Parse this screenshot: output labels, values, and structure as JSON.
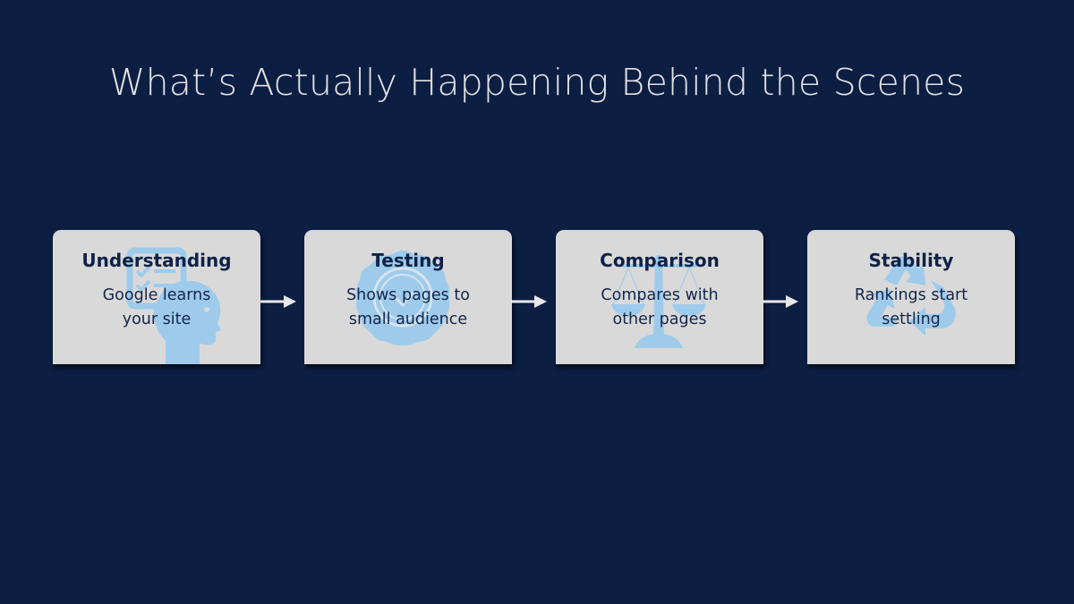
{
  "slide": {
    "title": "What’s Actually Happening Behind the Scenes",
    "colors": {
      "background": "#0c1e42",
      "title_text": "#e1e2e6",
      "card_bg": "#d9d9d9",
      "card_heading": "#0e2147",
      "card_text": "#13254a",
      "icon_tint": "#9ecbeb",
      "arrow": "#e8e8ea"
    }
  },
  "steps": [
    {
      "heading": "Understanding",
      "description": "Google learns\n  your site",
      "icon": "head-with-checklist-icon"
    },
    {
      "heading": "Testing",
      "description": "Shows pages to\n small audience",
      "icon": "badge-seal-icon"
    },
    {
      "heading": "Comparison",
      "description": "Compares with\nother pages",
      "icon": "balance-scale-icon"
    },
    {
      "heading": "Stability",
      "description": "Rankings start\nsettling",
      "icon": "recycle-arrows-icon"
    }
  ],
  "connectors": [
    {
      "from": "Understanding",
      "to": "Testing",
      "icon": "arrow-right-icon"
    },
    {
      "from": "Testing",
      "to": "Comparison",
      "icon": "arrow-right-icon"
    },
    {
      "from": "Comparison",
      "to": "Stability",
      "icon": "arrow-right-icon"
    }
  ]
}
